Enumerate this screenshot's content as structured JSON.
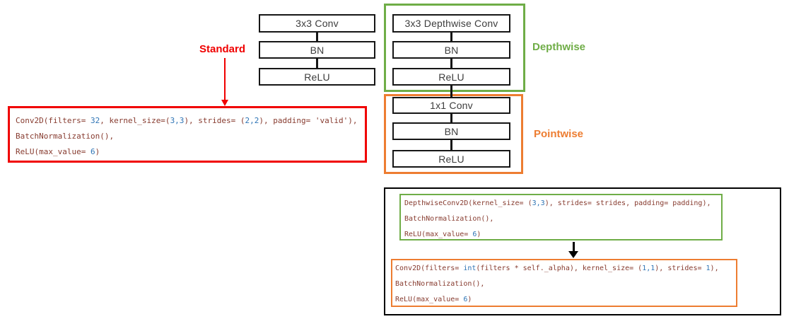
{
  "colors": {
    "red": "#f00000",
    "green": "#6fad47",
    "orange": "#ed7d31",
    "code_text": "#873b2f",
    "code_accent": "#2e74b5",
    "box_text": "#3d3d3d"
  },
  "standard_stack": {
    "label": "Standard",
    "boxes": [
      "3x3 Conv",
      "BN",
      "ReLU"
    ]
  },
  "depthwise_stack": {
    "label": "Depthwise",
    "boxes": [
      "3x3 Depthwise Conv",
      "BN",
      "ReLU"
    ]
  },
  "pointwise_stack": {
    "label": "Pointwise",
    "boxes": [
      "1x1 Conv",
      "BN",
      "ReLU"
    ]
  },
  "standard_code": {
    "lines": [
      [
        [
          "Conv2D(filters= ",
          0
        ],
        [
          "32",
          1
        ],
        [
          ", kernel_size=(",
          0
        ],
        [
          "3,3",
          1
        ],
        [
          "), strides= (",
          0
        ],
        [
          "2,2",
          1
        ],
        [
          "), padding= 'valid'),",
          0
        ]
      ],
      [
        [
          "BatchNormalization(),",
          0
        ]
      ],
      [
        [
          "ReLU(max_value= ",
          0
        ],
        [
          "6",
          1
        ],
        [
          ")",
          0
        ]
      ]
    ]
  },
  "depthwise_code": {
    "lines": [
      [
        [
          "DepthwiseConv2D(kernel_size= (",
          0
        ],
        [
          "3,3",
          1
        ],
        [
          "), strides= strides, padding= padding),",
          0
        ]
      ],
      [
        [
          "BatchNormalization(),",
          0
        ]
      ],
      [
        [
          "ReLU(max_value= ",
          0
        ],
        [
          "6",
          1
        ],
        [
          ")",
          0
        ]
      ]
    ]
  },
  "pointwise_code": {
    "lines": [
      [
        [
          "Conv2D(filters= ",
          0
        ],
        [
          "int",
          1
        ],
        [
          "(filters * self._alpha), kernel_size= (",
          0
        ],
        [
          "1,1",
          1
        ],
        [
          "), strides= ",
          0
        ],
        [
          "1",
          1
        ],
        [
          "),",
          0
        ]
      ],
      [
        [
          "BatchNormalization(),",
          0
        ]
      ],
      [
        [
          "ReLU(max_value= ",
          0
        ],
        [
          "6",
          1
        ],
        [
          ")",
          0
        ]
      ]
    ]
  }
}
